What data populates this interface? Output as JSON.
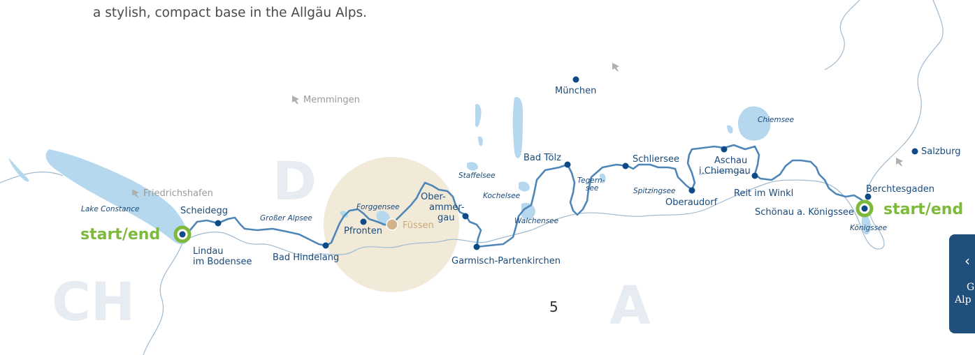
{
  "intro_text": "a stylish, compact base in the Allgäu Alps.",
  "page_number": "5",
  "countries": {
    "germany": "D",
    "switzerland": "CH",
    "austria": "A"
  },
  "start_end": {
    "west": "start/end",
    "east": "start/end"
  },
  "airports": {
    "memmingen": "Memmingen",
    "friedrichshafen": "Friedrichshafen"
  },
  "stops": {
    "scheidegg": "Scheidegg",
    "lindau_1": "Lindau",
    "lindau_2": "im Bodensee",
    "bad_hindelang": "Bad Hindelang",
    "pfronten": "Pfronten",
    "fussen": "Füssen",
    "oberammergau_1": "Ober-",
    "oberammergau_2": "ammer-",
    "oberammergau_3": "gau",
    "garmisch": "Garmisch-Partenkirchen",
    "bad_tolz": "Bad Tölz",
    "schliersee": "Schliersee",
    "oberaudorf": "Oberaudorf",
    "aschau_1": "Aschau",
    "aschau_2": "i.Chiemgau",
    "reit_im_winkl": "Reit im Winkl",
    "berchtesgaden": "Berchtesgaden",
    "schonau": "Schönau a. Königssee",
    "munchen": "München",
    "salzburg": "Salzburg"
  },
  "lakes": {
    "lake_constance": "Lake Constance",
    "grosser_alpsee": "Großer Alpsee",
    "forggensee": "Forggensee",
    "staffelsee": "Staffelsee",
    "kochelsee": "Kochelsee",
    "walchensee": "Walchensee",
    "tegernsee_1": "Tegern-",
    "tegernsee_2": "see",
    "spitzingsee": "Spitzingsee",
    "chiemsee": "Chiemsee",
    "konigssee": "Königssee"
  },
  "sidebar_tab": {
    "chevron": "‹",
    "line1": "G",
    "line2": "Alp"
  },
  "colors": {
    "route": "#4f86b8",
    "water": "#b6d8ee",
    "border": "#9fb9cf",
    "stop_dot": "#0e4a86",
    "start_end": "#7dba3c",
    "highlight_circle": "#f2ead8",
    "fussen_dot": "#d2b48c",
    "tab": "#1f4f7a"
  }
}
